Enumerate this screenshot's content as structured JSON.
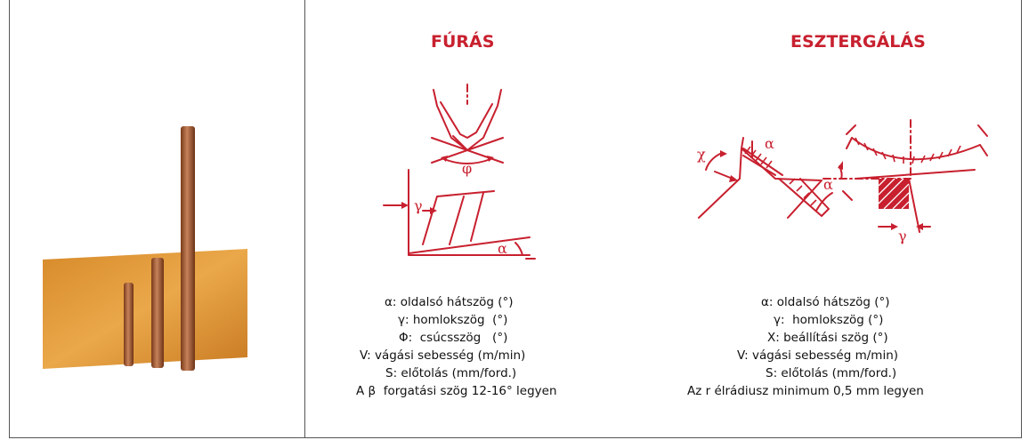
{
  "drilling": {
    "title": "FÚRÁS",
    "symbols": {
      "phi": "φ",
      "gamma": "γ",
      "alpha": "α"
    },
    "legend": [
      "α: oldalsó hátszög (°)",
      "γ: homlokszög  (°)",
      "Φ:  csúcsszög   (°)",
      "V: vágási sebesség (m/min)",
      "S: előtolás (mm/ford.)",
      "A β  forgatási szög 12-16° legyen"
    ]
  },
  "turning": {
    "title": "ESZTERGÁLÁS",
    "symbols": {
      "chi": "χ",
      "alpha_top": "α",
      "alpha_mid": "α",
      "gamma": "γ"
    },
    "legend": [
      "α: oldalsó hátszög (°)",
      "γ:  homlokszög (°)",
      "X: beállítási szög (°)",
      "V: vágási sebesség m/min)",
      "S: előtolás (mm/ford.)",
      "Az r élrádiusz minimum 0,5 mm legyen"
    ]
  },
  "colors": {
    "accent": "#c8202f",
    "copper": "#b86a3a",
    "plate": "#e6a23c"
  }
}
